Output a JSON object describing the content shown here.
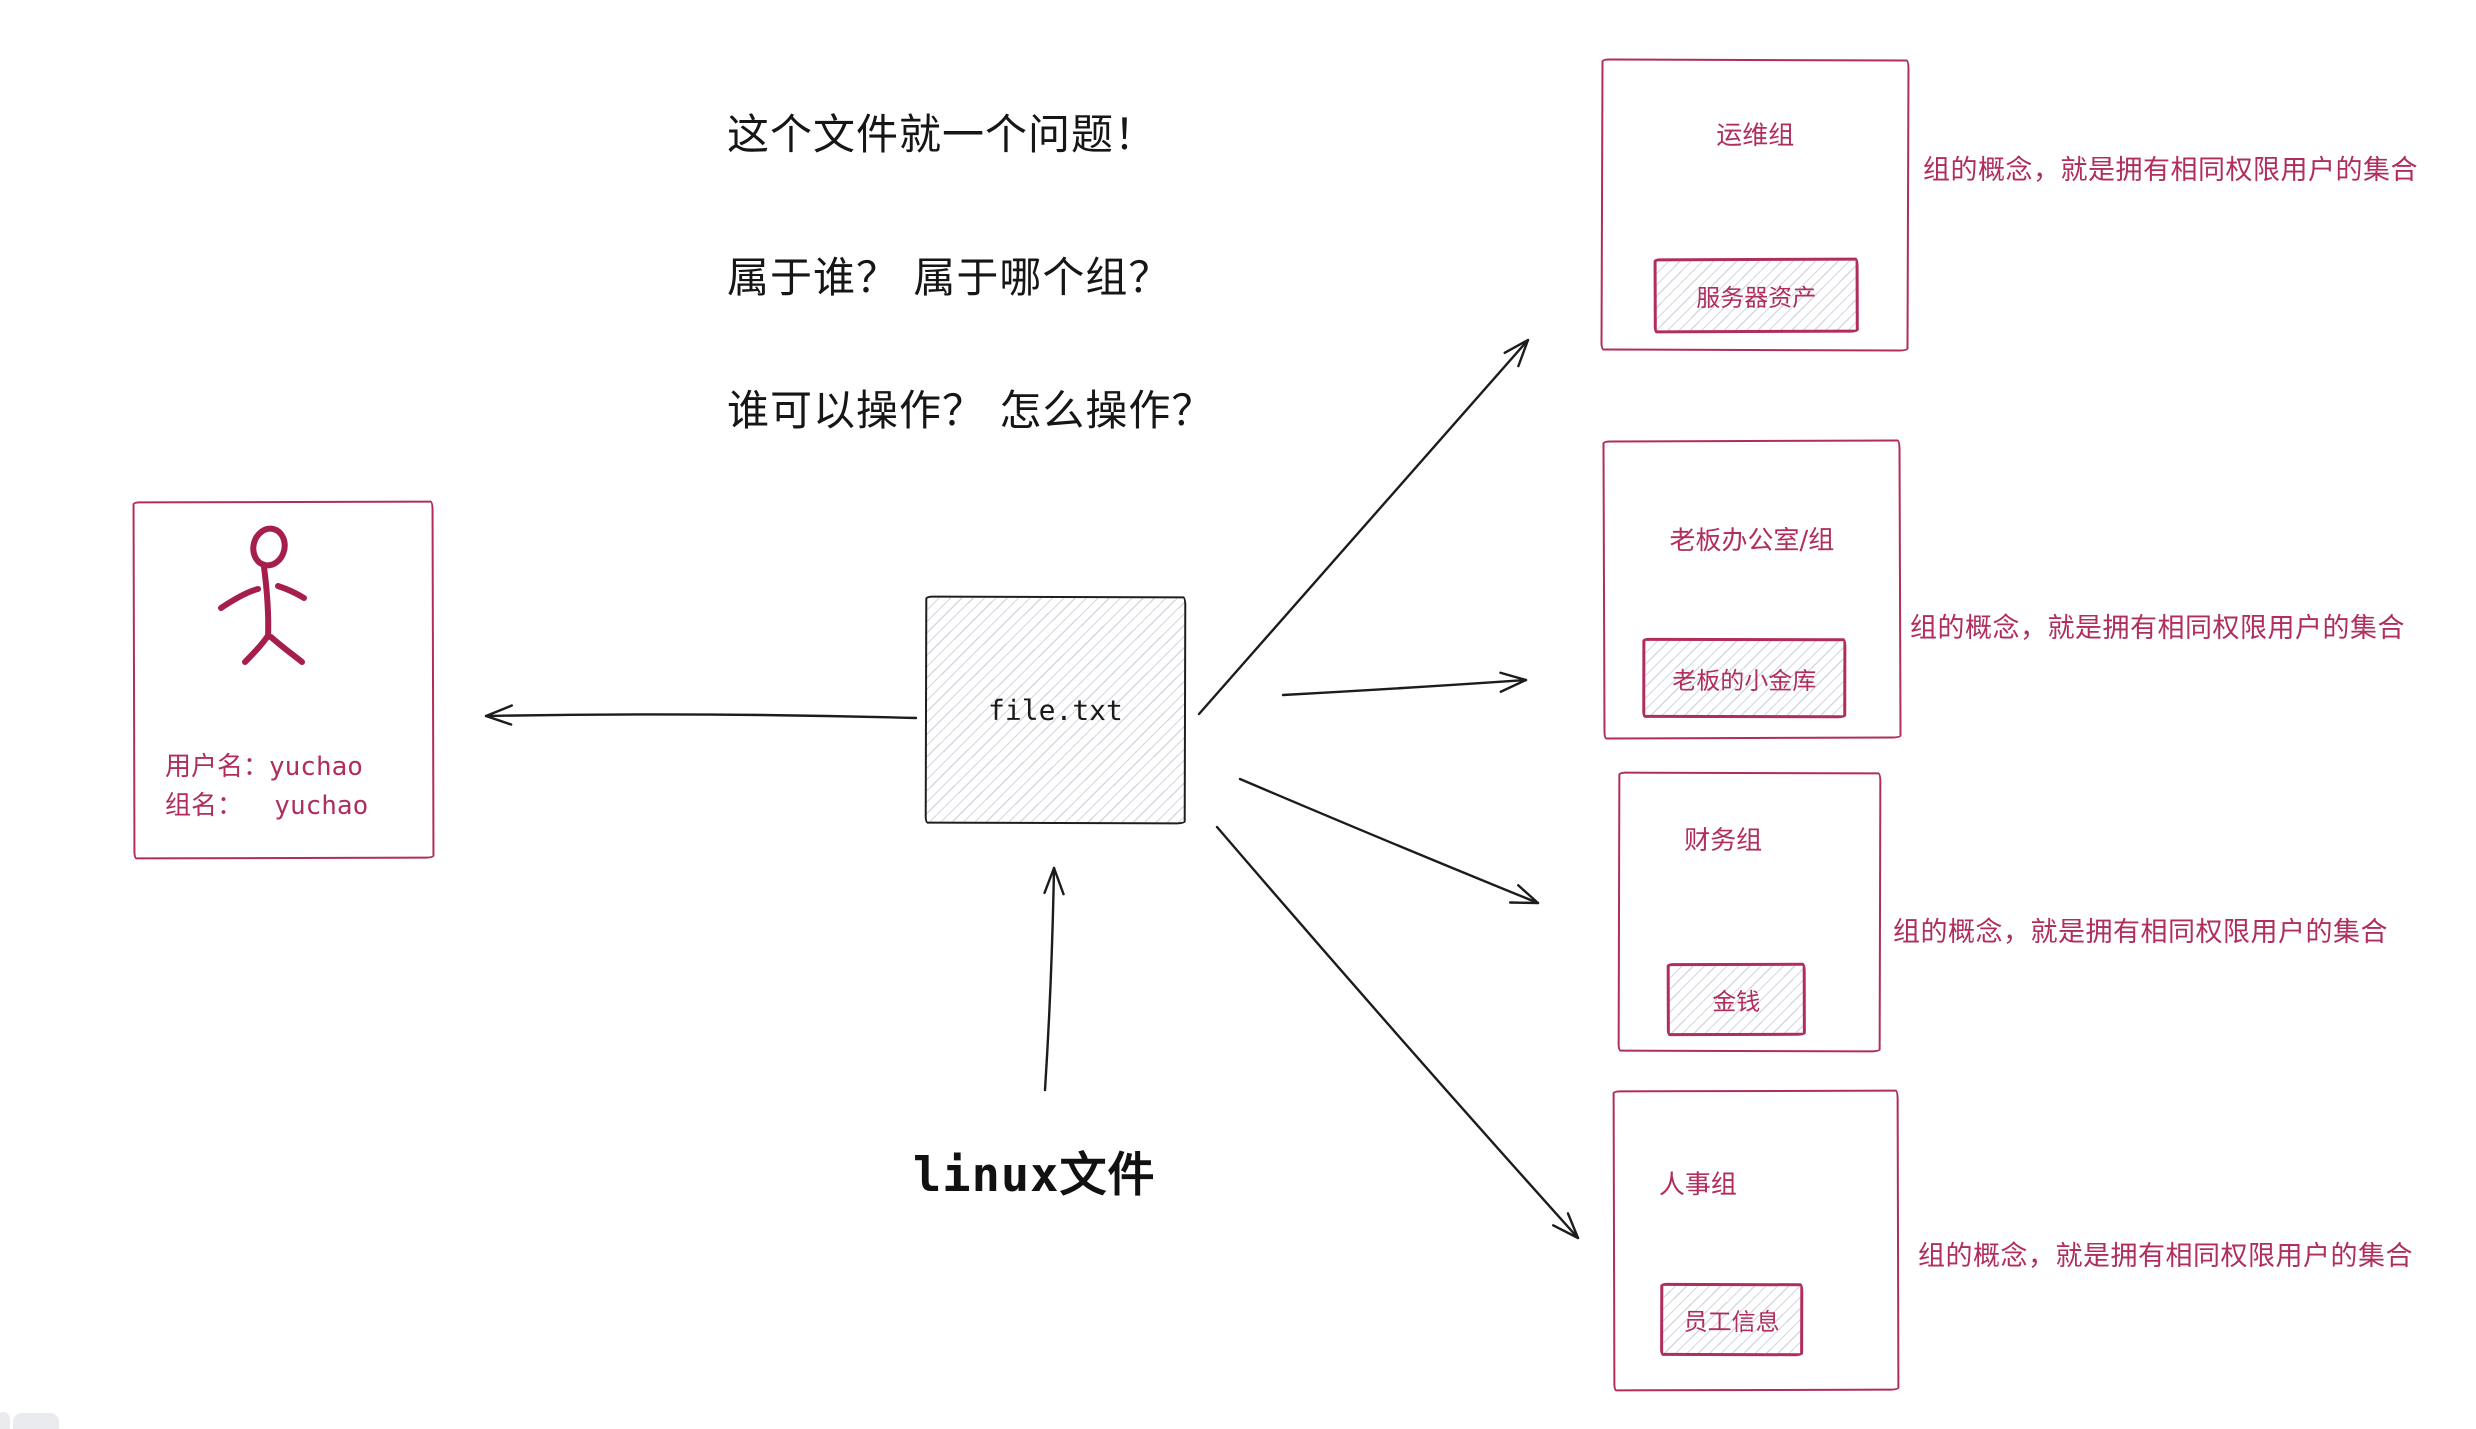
{
  "questions": {
    "line1": "这个文件就一个问题！",
    "line2": "属于谁？ 属于哪个组？",
    "line3": "谁可以操作？ 怎么操作？"
  },
  "user_card": {
    "username_line": "用户名：yuchao",
    "group_line": "组名：  yuchao"
  },
  "file_box": {
    "label": "file.txt"
  },
  "file_caption": "linux文件",
  "groups": [
    {
      "title": "运维组",
      "asset": "服务器资产",
      "note": "组的概念，就是拥有相同权限用户的集合"
    },
    {
      "title": "老板办公室/组",
      "asset": "老板的小金库",
      "note": "组的概念，就是拥有相同权限用户的集合"
    },
    {
      "title": "财务组",
      "asset": "金钱",
      "note": "组的概念，就是拥有相同权限用户的集合"
    },
    {
      "title": "人事组",
      "asset": "员工信息",
      "note": "组的概念，就是拥有相同权限用户的集合"
    }
  ],
  "colors": {
    "crimson": "#b02d5e",
    "figure_stroke": "#a61e4d",
    "ink": "#1a1a1a",
    "hatch": "#d4d8df"
  }
}
